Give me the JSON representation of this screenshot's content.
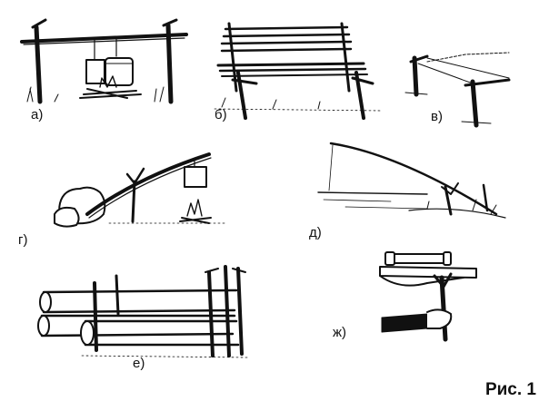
{
  "panels": {
    "a": {
      "label": "а)"
    },
    "b": {
      "label": "б)"
    },
    "v": {
      "label": "в)"
    },
    "g": {
      "label": "г)"
    },
    "d": {
      "label": "д)"
    },
    "e": {
      "label": "е)"
    },
    "zh": {
      "label": "ж)"
    }
  },
  "caption": "Рис. 1",
  "colors": {
    "ink": "#111111",
    "background": "#ffffff"
  }
}
